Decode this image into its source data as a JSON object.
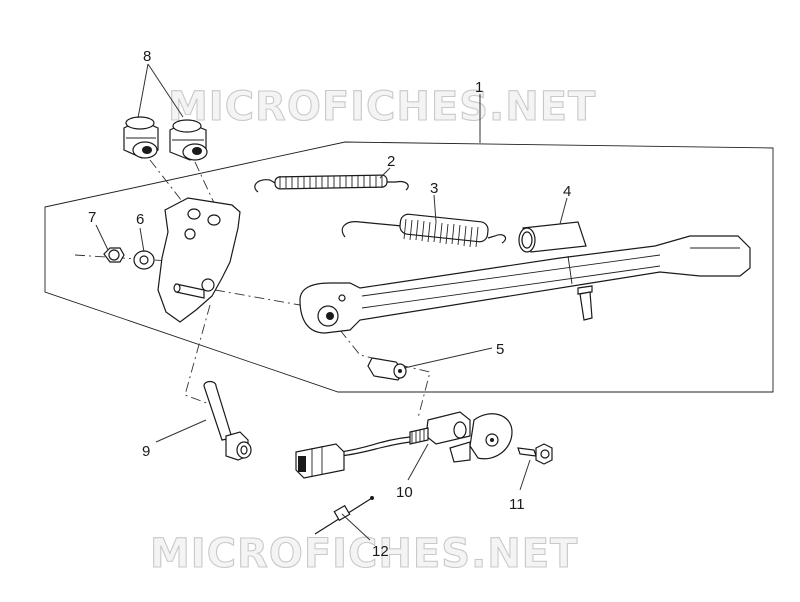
{
  "watermark": {
    "text": "MICROFICHES.NET"
  },
  "callouts": [
    "1",
    "2",
    "3",
    "4",
    "5",
    "6",
    "7",
    "8",
    "9",
    "10",
    "11",
    "12"
  ],
  "colors": {
    "ink": "#1a1a1a",
    "watermark_fill": "#f4f4f4",
    "watermark_stroke": "#c9c9c9",
    "background": "#ffffff"
  }
}
